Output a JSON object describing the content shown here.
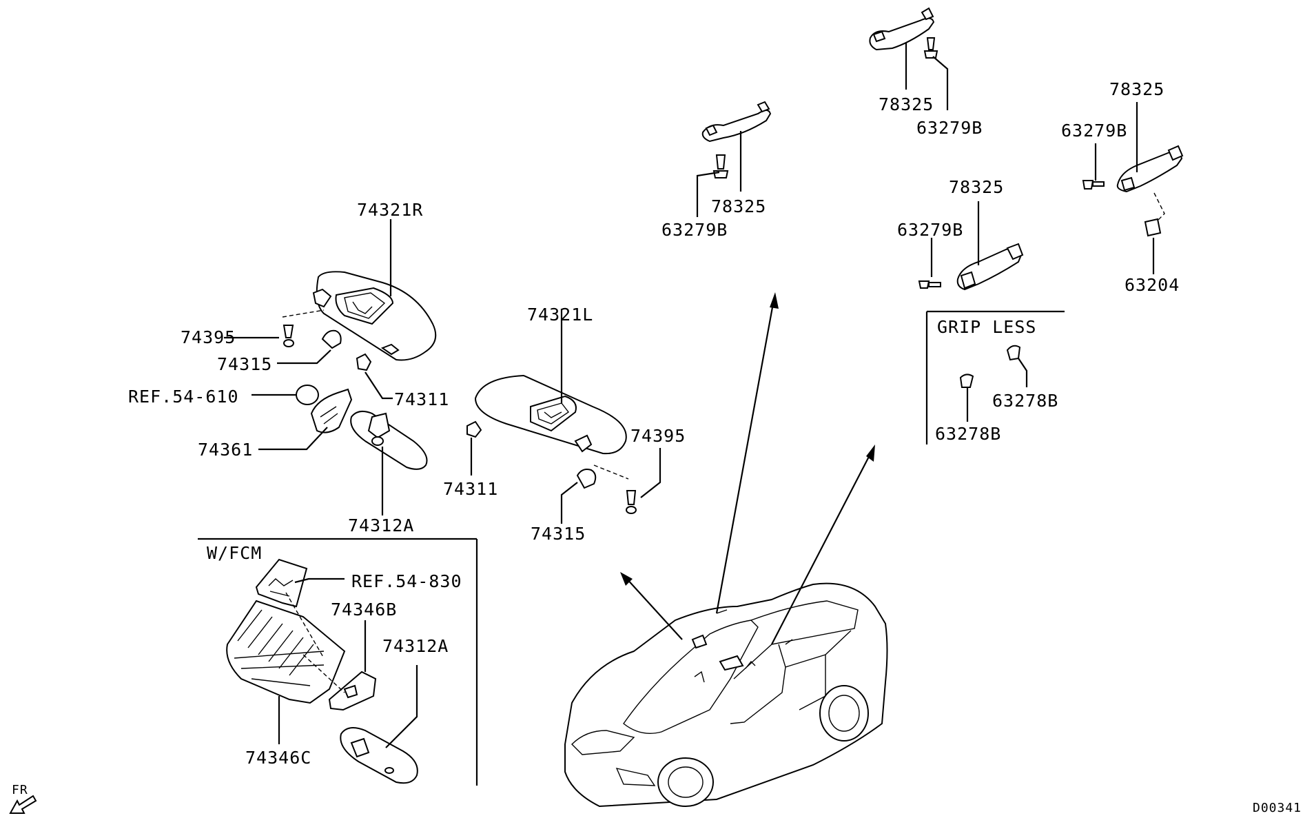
{
  "labels": {
    "l1": "74321R",
    "l2": "74395",
    "l3": "74315",
    "l4": "74311",
    "l5": "REF.54-610",
    "l6": "74361",
    "l7": "74312A",
    "l8": "74321L",
    "l9": "74395",
    "l10": "74311",
    "l11": "74315",
    "l12": "78325",
    "l13": "63279B",
    "l14": "78325",
    "l15": "63279B",
    "l16": "78325",
    "l17": "63279B",
    "l18": "78325",
    "l19": "63279B",
    "l20": "63204",
    "l21": "63278B",
    "l22": "63278B",
    "l23": "REF.54-830",
    "l24": "74346B",
    "l25": "74312A",
    "l26": "74346C"
  },
  "boxes": {
    "grip_less_title": "GRIP LESS",
    "wfcm_title": "W/FCM"
  },
  "direction": {
    "fr_label": "FR"
  },
  "diagram_code": "D00341"
}
